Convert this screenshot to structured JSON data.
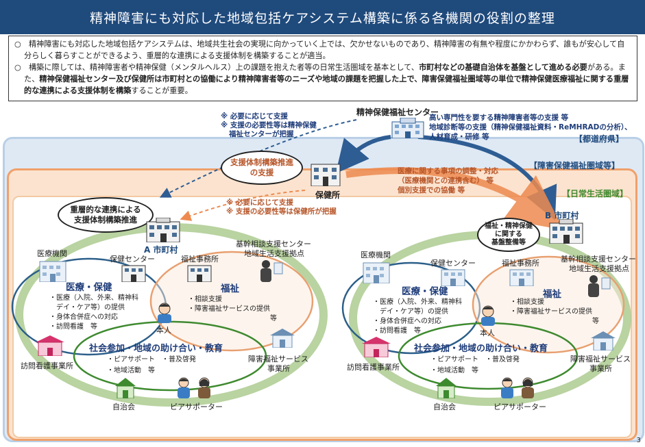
{
  "title": "精神障害にも対応した地域包括ケアシステム構築に係る各機関の役割の整理",
  "description": {
    "p1": "○　精神障害にも対応した地域包括ケアシステムは、地域共生社会の実現に向かっていく上では、欠かせないものであり、精神障害の有無や程度にかかわらず、誰もが安心して自分らしく暮らすことができるよう、重層的な連携による支援体制を構築することが適当。",
    "p2_a": "○　構築に際しては、精神障害者や精神保健（メンタルヘルス）上の課題を抱えた者等の日常生活圏域を基本として、",
    "p2_b": "市町村などの基礎自治体を基盤として進める必要",
    "p2_c": "がある。また、",
    "p2_d": "精神保健福祉センター及び保健所は市町村との協働により精神障害者等のニーズや地域の課題を把握した上で、障害保健福祉圏域等の単位で精神保健医療福祉に関する重層的な連携による支援体制を構築",
    "p2_e": "することが重要。"
  },
  "regions": {
    "prefecture": "【都道府県】",
    "disability_area": "【障害保健福祉圏域等】",
    "daily_area": "【日常生活圏域】"
  },
  "center": {
    "name": "精神保健福祉センター",
    "role1": "高い専門性を要する精神障害者等の支援 等",
    "role2": "地域診断等の支援（精神保健福祉資料・ReMHRADの分析）、",
    "role3": "人材育成・研修 等"
  },
  "center_note": {
    "line1": "※ 必要に応じて支援",
    "line2": "※ 支援の必要性等は精神保健",
    "line3": "福祉センターが把握"
  },
  "hokenjo": {
    "name": "保健所",
    "bubble_line1": "支援体制構築推進",
    "bubble_line2": "の支援",
    "note1": "※ 必要に応じて支援",
    "note2": "※ 支援の必要性等は保健所が把握",
    "role1": "医療に関する事項の調整・対応",
    "role2": "（医療機関との連携含む） 等",
    "role3": "個別支援での協働 等"
  },
  "city_a": {
    "name": "A 市町村",
    "bubble_line1": "重層的な連携による",
    "bubble_line2": "支援体制構築推進"
  },
  "city_b": {
    "name": "B 市町村",
    "bubble_line1": "福祉・精神保健",
    "bubble_line2": "に関する",
    "bubble_line3": "基盤整備等"
  },
  "community": {
    "medical_institution": "医療機関",
    "health_center": "保健センター",
    "welfare_office": "福祉事務所",
    "consult_center1": "基幹相談支援センター",
    "consult_center2": "地域生活支援拠点",
    "medical_health": "医療・保健",
    "medical_item1": "・医療（入院、外来、精神科",
    "medical_item2": "デイ・ケア等）の提供",
    "medical_item3": "・身体合併症への対応",
    "medical_item4": "・訪問看護　等",
    "welfare": "福祉",
    "welfare_item1": "・相談支援",
    "welfare_item2": "・障害福祉サービスの提供",
    "welfare_item3": "等",
    "person": "本人",
    "social": "社会参加・地域の助け合い・教育",
    "social_item1": "・ピアサポート　・普及啓発",
    "social_item2": "・地域活動　等",
    "visiting_nurse": "訪問看護事業所",
    "service_office1": "障害福祉サービス",
    "service_office2": "事業所",
    "self_gov": "自治会",
    "peer": "ピアサポーター"
  },
  "page_number": "3",
  "colors": {
    "title_bg": "#1f4a7c",
    "medical_ring": "#2c5f8a",
    "welfare_ring": "#e8a070",
    "social_ring": "#3e8a2f",
    "orange_arrow": "#ee8a4f",
    "blue_arrow": "#2e5d93"
  }
}
